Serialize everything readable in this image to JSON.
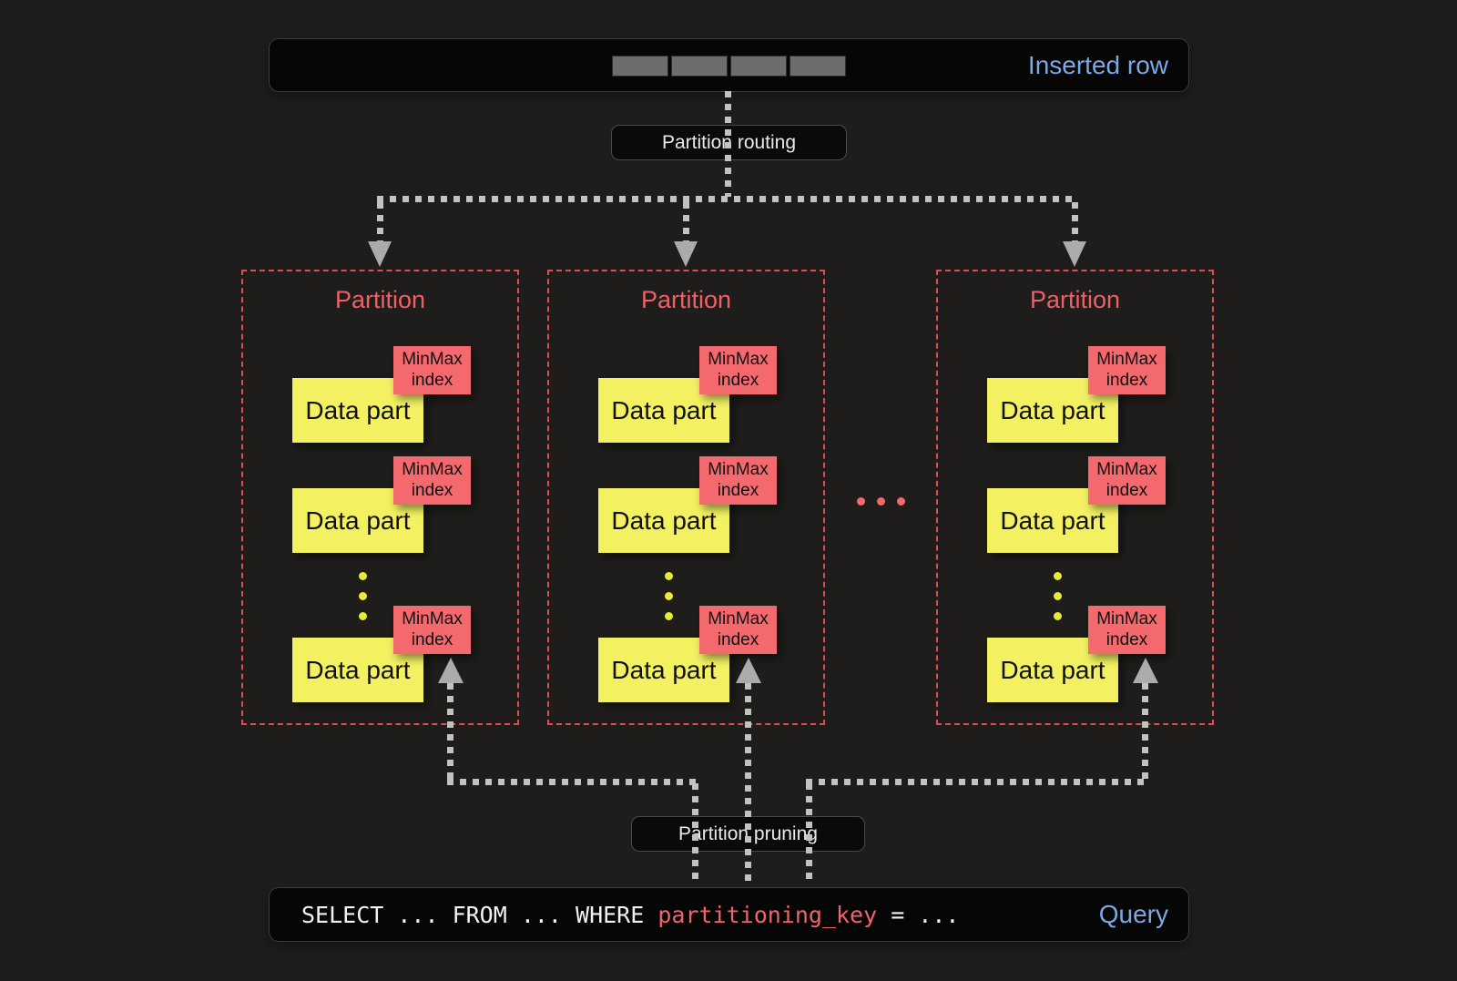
{
  "colors": {
    "background": "#1e1d1b",
    "banner_fill": "#060606",
    "accent_blue": "#7da7e5",
    "accent_red": "#ef5f66",
    "partition_border_red": "#d85050",
    "datapart_yellow": "#f3f162",
    "minmax_red": "#f3696e",
    "dotted_gray": "#c2c2c2",
    "segment_gray": "#6d6d6d"
  },
  "inserted_row": {
    "label": "Inserted row",
    "segment_count": 4
  },
  "routing_label": "Partition routing",
  "pruning_label": "Partition pruning",
  "partitions": [
    {
      "title": "Partition",
      "parts": [
        {
          "label": "Data part",
          "tag": "MinMax index"
        },
        {
          "label": "Data part",
          "tag": "MinMax index"
        },
        {
          "label": "Data part",
          "tag": "MinMax index"
        }
      ]
    },
    {
      "title": "Partition",
      "parts": [
        {
          "label": "Data part",
          "tag": "MinMax index"
        },
        {
          "label": "Data part",
          "tag": "MinMax index"
        },
        {
          "label": "Data part",
          "tag": "MinMax index"
        }
      ]
    },
    {
      "title": "Partition",
      "parts": [
        {
          "label": "Data part",
          "tag": "MinMax index"
        },
        {
          "label": "Data part",
          "tag": "MinMax index"
        },
        {
          "label": "Data part",
          "tag": "MinMax index"
        }
      ]
    }
  ],
  "query": {
    "sql_before": "SELECT ... FROM ... WHERE ",
    "sql_key": "partitioning_key",
    "sql_after": " = ...",
    "label": "Query"
  }
}
